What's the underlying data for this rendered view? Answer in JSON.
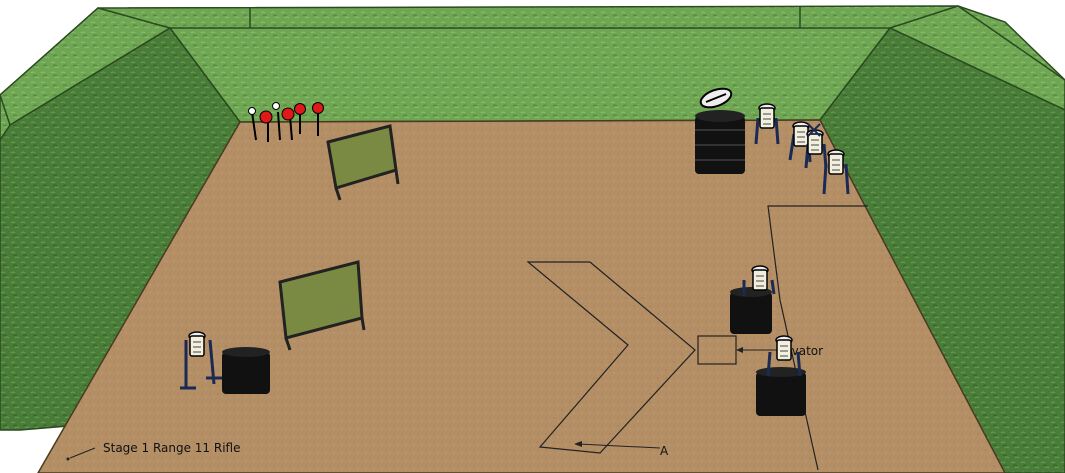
{
  "labels": {
    "stage": "Stage 1 Range 11 Rifle",
    "activator": "ctivator",
    "point_a": "A"
  },
  "colors": {
    "berm_top": "#5f9347",
    "berm_side": "#4a7c39",
    "back_wall": "#6fa653",
    "floor": "#b48f66",
    "barricade": "#7b8a43",
    "barrel": "#111111",
    "plate": "#e01818",
    "line": "#222222"
  },
  "icons": [
    "plate-rack-icon",
    "steel-target-icon",
    "barrel-icon",
    "wall-barricade-icon"
  ]
}
